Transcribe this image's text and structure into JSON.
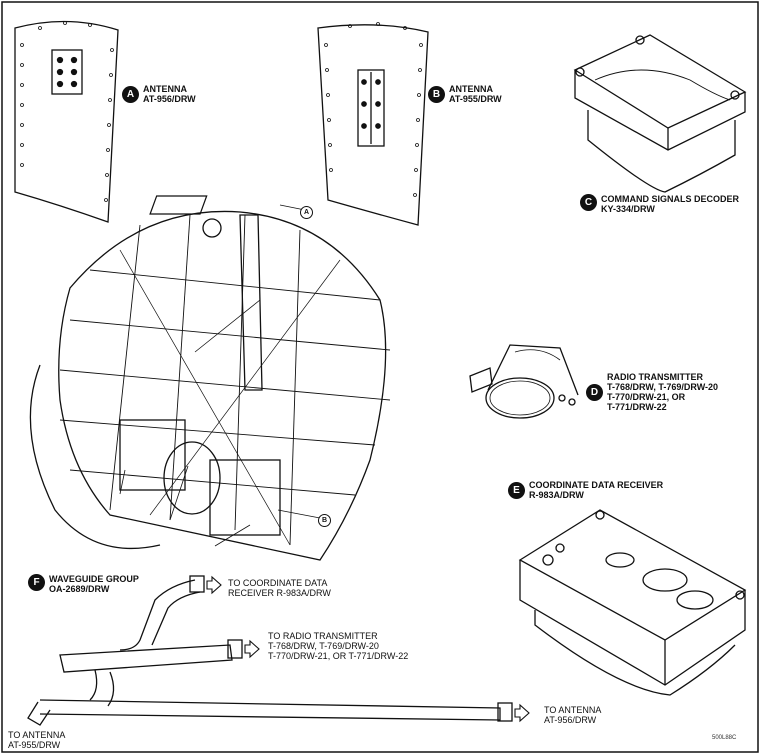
{
  "labels": {
    "a": {
      "letter": "A",
      "line1": "ANTENNA",
      "line2": "AT-956/DRW"
    },
    "b": {
      "letter": "B",
      "line1": "ANTENNA",
      "line2": "AT-955/DRW"
    },
    "c": {
      "letter": "C",
      "line1": "COMMAND SIGNALS DECODER",
      "line2": "KY-334/DRW"
    },
    "d": {
      "letter": "D",
      "line1": "RADIO TRANSMITTER",
      "line2": "T-768/DRW, T-769/DRW-20",
      "line3": "T-770/DRW-21, OR",
      "line4": "T-771/DRW-22"
    },
    "e": {
      "letter": "E",
      "line1": "COORDINATE DATA RECEIVER",
      "line2": "R-983A/DRW"
    },
    "f": {
      "letter": "F",
      "line1": "WAVEGUIDE GROUP",
      "line2": "OA-2689/DRW"
    }
  },
  "callouts": {
    "to_receiver": {
      "line1": "TO COORDINATE DATA",
      "line2": "RECEIVER R-983A/DRW"
    },
    "to_transmitter": {
      "line1": "TO RADIO TRANSMITTER",
      "line2": "T-768/DRW, T-769/DRW-20",
      "line3": "T-770/DRW-21, OR T-771/DRW-22"
    },
    "to_antenna_956": {
      "line1": "TO ANTENNA",
      "line2": "AT-956/DRW"
    },
    "to_antenna_955": {
      "line1": "TO ANTENNA",
      "line2": "AT-955/DRW"
    }
  },
  "figure_code": "500L88C"
}
